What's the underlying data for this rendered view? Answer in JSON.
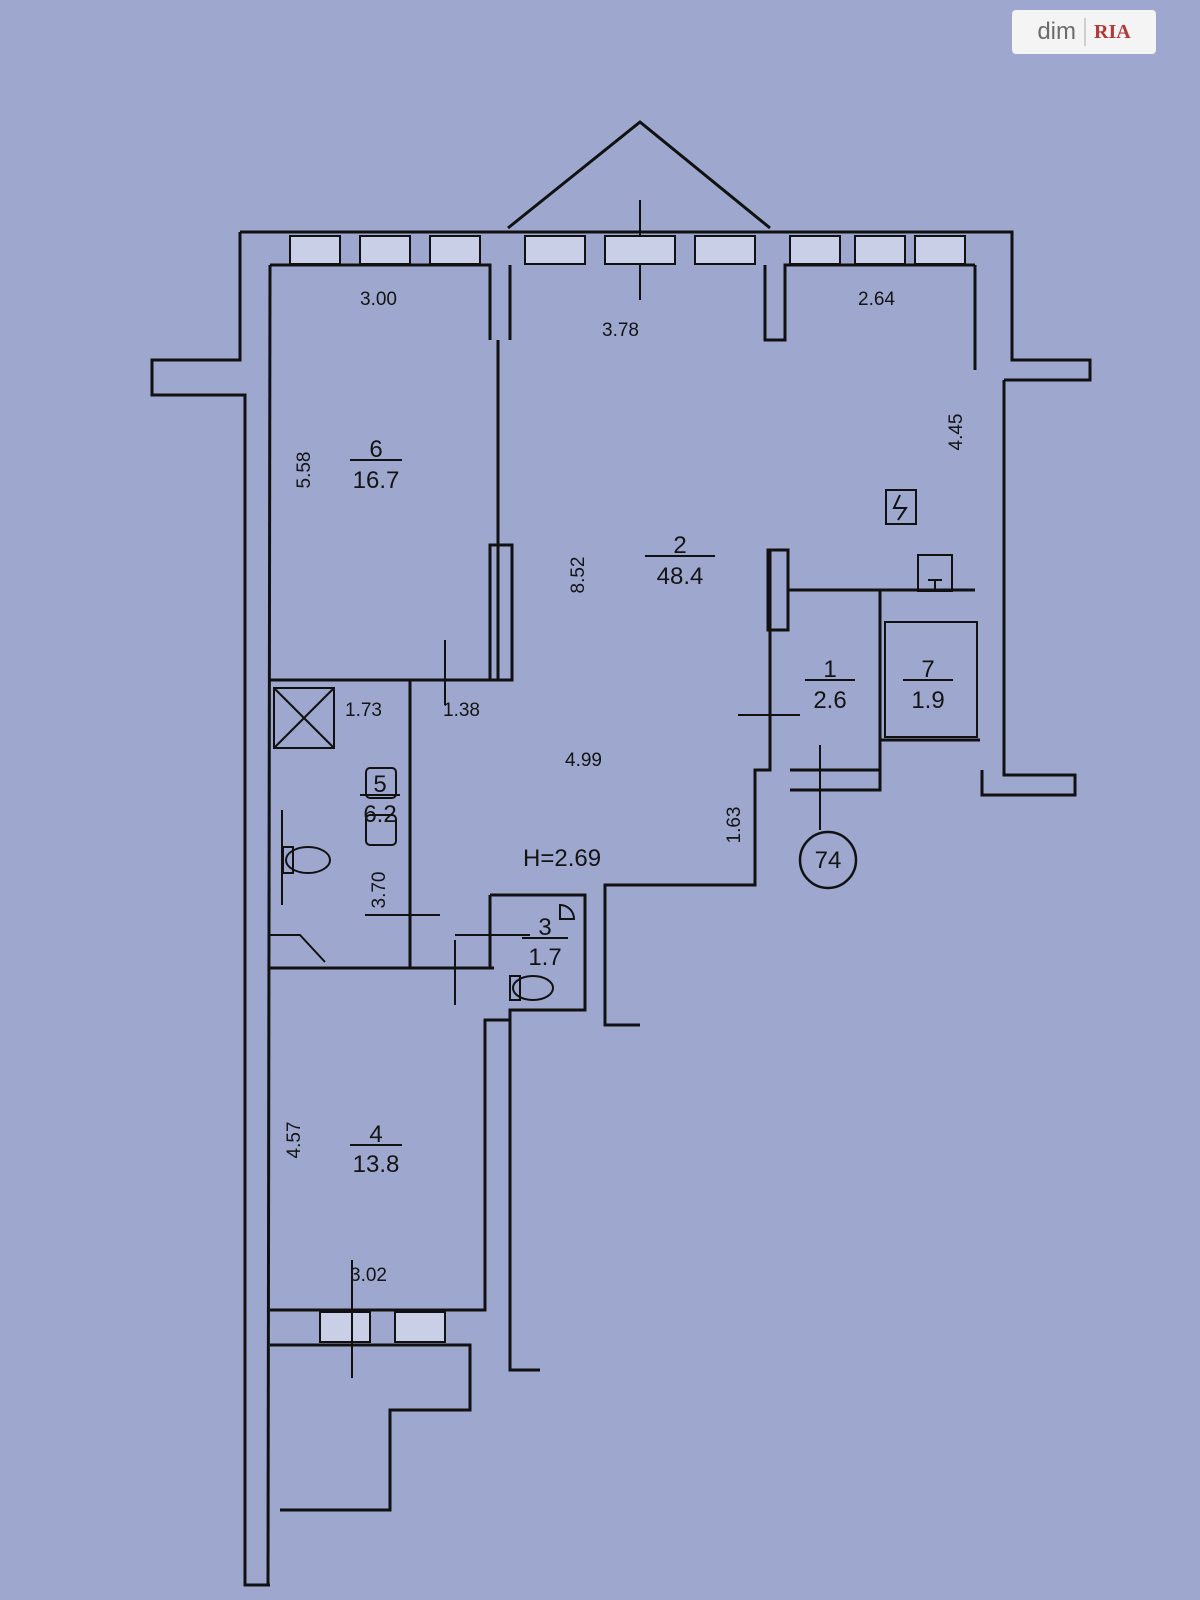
{
  "watermark": {
    "brand_left": "dim",
    "brand_right": "RIA"
  },
  "apartment_number": "74",
  "ceiling_height": "H=2.69",
  "rooms": [
    {
      "number": "1",
      "area": "2.6"
    },
    {
      "number": "2",
      "area": "48.4"
    },
    {
      "number": "3",
      "area": "1.7"
    },
    {
      "number": "4",
      "area": "13.8"
    },
    {
      "number": "5",
      "area": "6.2"
    },
    {
      "number": "6",
      "area": "16.7"
    },
    {
      "number": "7",
      "area": "1.9"
    }
  ],
  "dimensions": {
    "room6_width": "3.00",
    "room2_top_width": "3.78",
    "room2_right_width": "2.64",
    "room6_length": "5.58",
    "room2_right_length": "4.45",
    "room2_length": "8.52",
    "corridor_width": "1.38",
    "room5_width": "1.73",
    "room2_lower_width": "4.99",
    "room2_step": "1.63",
    "room5_length": "3.70",
    "room4_length": "4.57",
    "room4_width": "3.02"
  },
  "colors": {
    "paper": "#9ea8cf",
    "ink": "#111111"
  }
}
